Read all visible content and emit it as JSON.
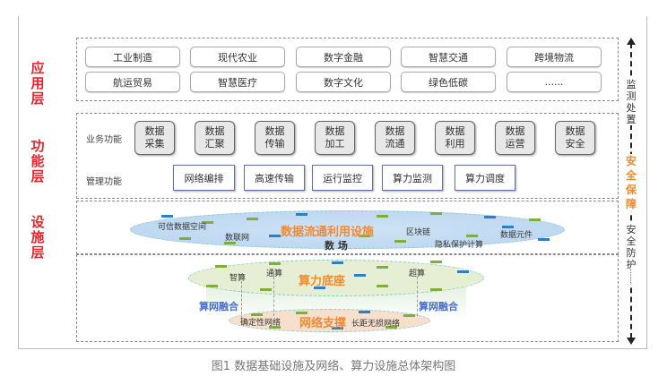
{
  "layers": {
    "app": "应用层",
    "function": "功能层",
    "facility": "设施层"
  },
  "apps": [
    "工业制造",
    "现代农业",
    "数字金融",
    "智慧交通",
    "跨境物流",
    "航运贸易",
    "智慧医疗",
    "数字文化",
    "绿色低碳",
    "......"
  ],
  "business": {
    "label": "业务功能",
    "items": [
      "数据\n采集",
      "数据\n汇聚",
      "数据\n传输",
      "数据\n加工",
      "数据\n流通",
      "数据\n利用",
      "数据\n运营",
      "数据\n安全"
    ]
  },
  "management": {
    "label": "管理功能",
    "items": [
      "网络编排",
      "高速传输",
      "运行监控",
      "算力监测",
      "算力调度"
    ]
  },
  "data_facility": {
    "title": "数据流通利用设施",
    "sub": "数 场",
    "items": [
      "可信数据空间",
      "数联网",
      "区块链",
      "数据元件",
      "隐私保护计算"
    ]
  },
  "compute": {
    "title": "算力底座",
    "items": [
      "智算",
      "通算",
      "超算"
    ]
  },
  "fusion": [
    "算网融合",
    "算网融合"
  ],
  "network": {
    "title": "网络支撑",
    "items": [
      "确定性网络",
      "长距无损网络"
    ]
  },
  "side": {
    "monitor": "监测处置",
    "security": "安全保障",
    "protect": "安全防护",
    "more": "......"
  },
  "colors": {
    "red": "#e8232a",
    "orange": "#f08a30",
    "blue": "#4a6fc8"
  },
  "caption": "图1 数据基础设施及网络、算力设施总体架构图"
}
